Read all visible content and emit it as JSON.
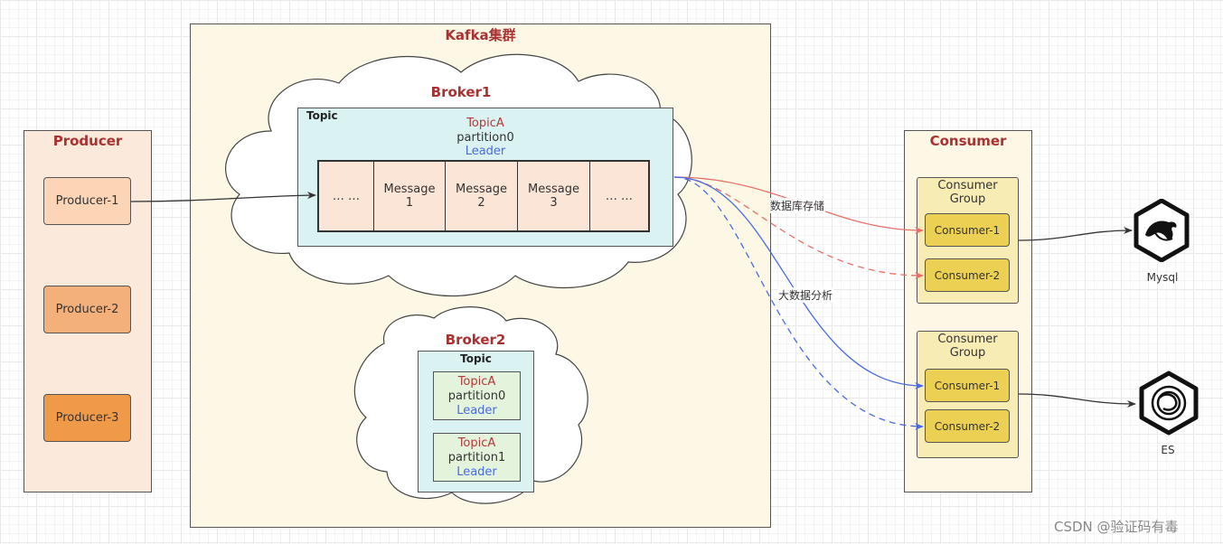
{
  "kafka": {
    "title": "Kafka集群",
    "broker1": {
      "title": "Broker1",
      "topic_label": "Topic",
      "topic_name": "TopicA",
      "partition": "partition0",
      "role": "Leader",
      "cells": [
        "… …",
        "Message\n1",
        "Message\n2",
        "Message\n3",
        "… …"
      ]
    },
    "broker2": {
      "title": "Broker2",
      "topic_label": "Topic",
      "partitions": [
        {
          "topic": "TopicA",
          "partition": "partition0",
          "role": "Leader"
        },
        {
          "topic": "TopicA",
          "partition": "partition1",
          "role": "Leader"
        }
      ]
    }
  },
  "producer": {
    "title": "Producer",
    "items": [
      "Producer-1",
      "Producer-2",
      "Producer-3"
    ]
  },
  "consumer": {
    "title": "Consumer",
    "groups": [
      {
        "label": "Consumer\nGroup",
        "consumers": [
          "Consumer-1",
          "Consumer-2"
        ]
      },
      {
        "label": "Consumer\nGroup",
        "consumers": [
          "Consumer-1",
          "Consumer-2"
        ]
      }
    ]
  },
  "edges": {
    "storage_label": "数据库存储",
    "analysis_label": "大数据分析",
    "storage_color": "#e8706a",
    "analysis_color": "#4a6be0"
  },
  "targets": {
    "mysql": {
      "label": "Mysql",
      "icon": "mysql-dolphin-icon"
    },
    "es": {
      "label": "ES",
      "icon": "elasticsearch-icon"
    }
  },
  "watermark": "CSDN @验证码有毒",
  "colors": {
    "producer1": "#fbd5b5",
    "producer2": "#f4b07a",
    "producer3": "#ef9a48"
  }
}
